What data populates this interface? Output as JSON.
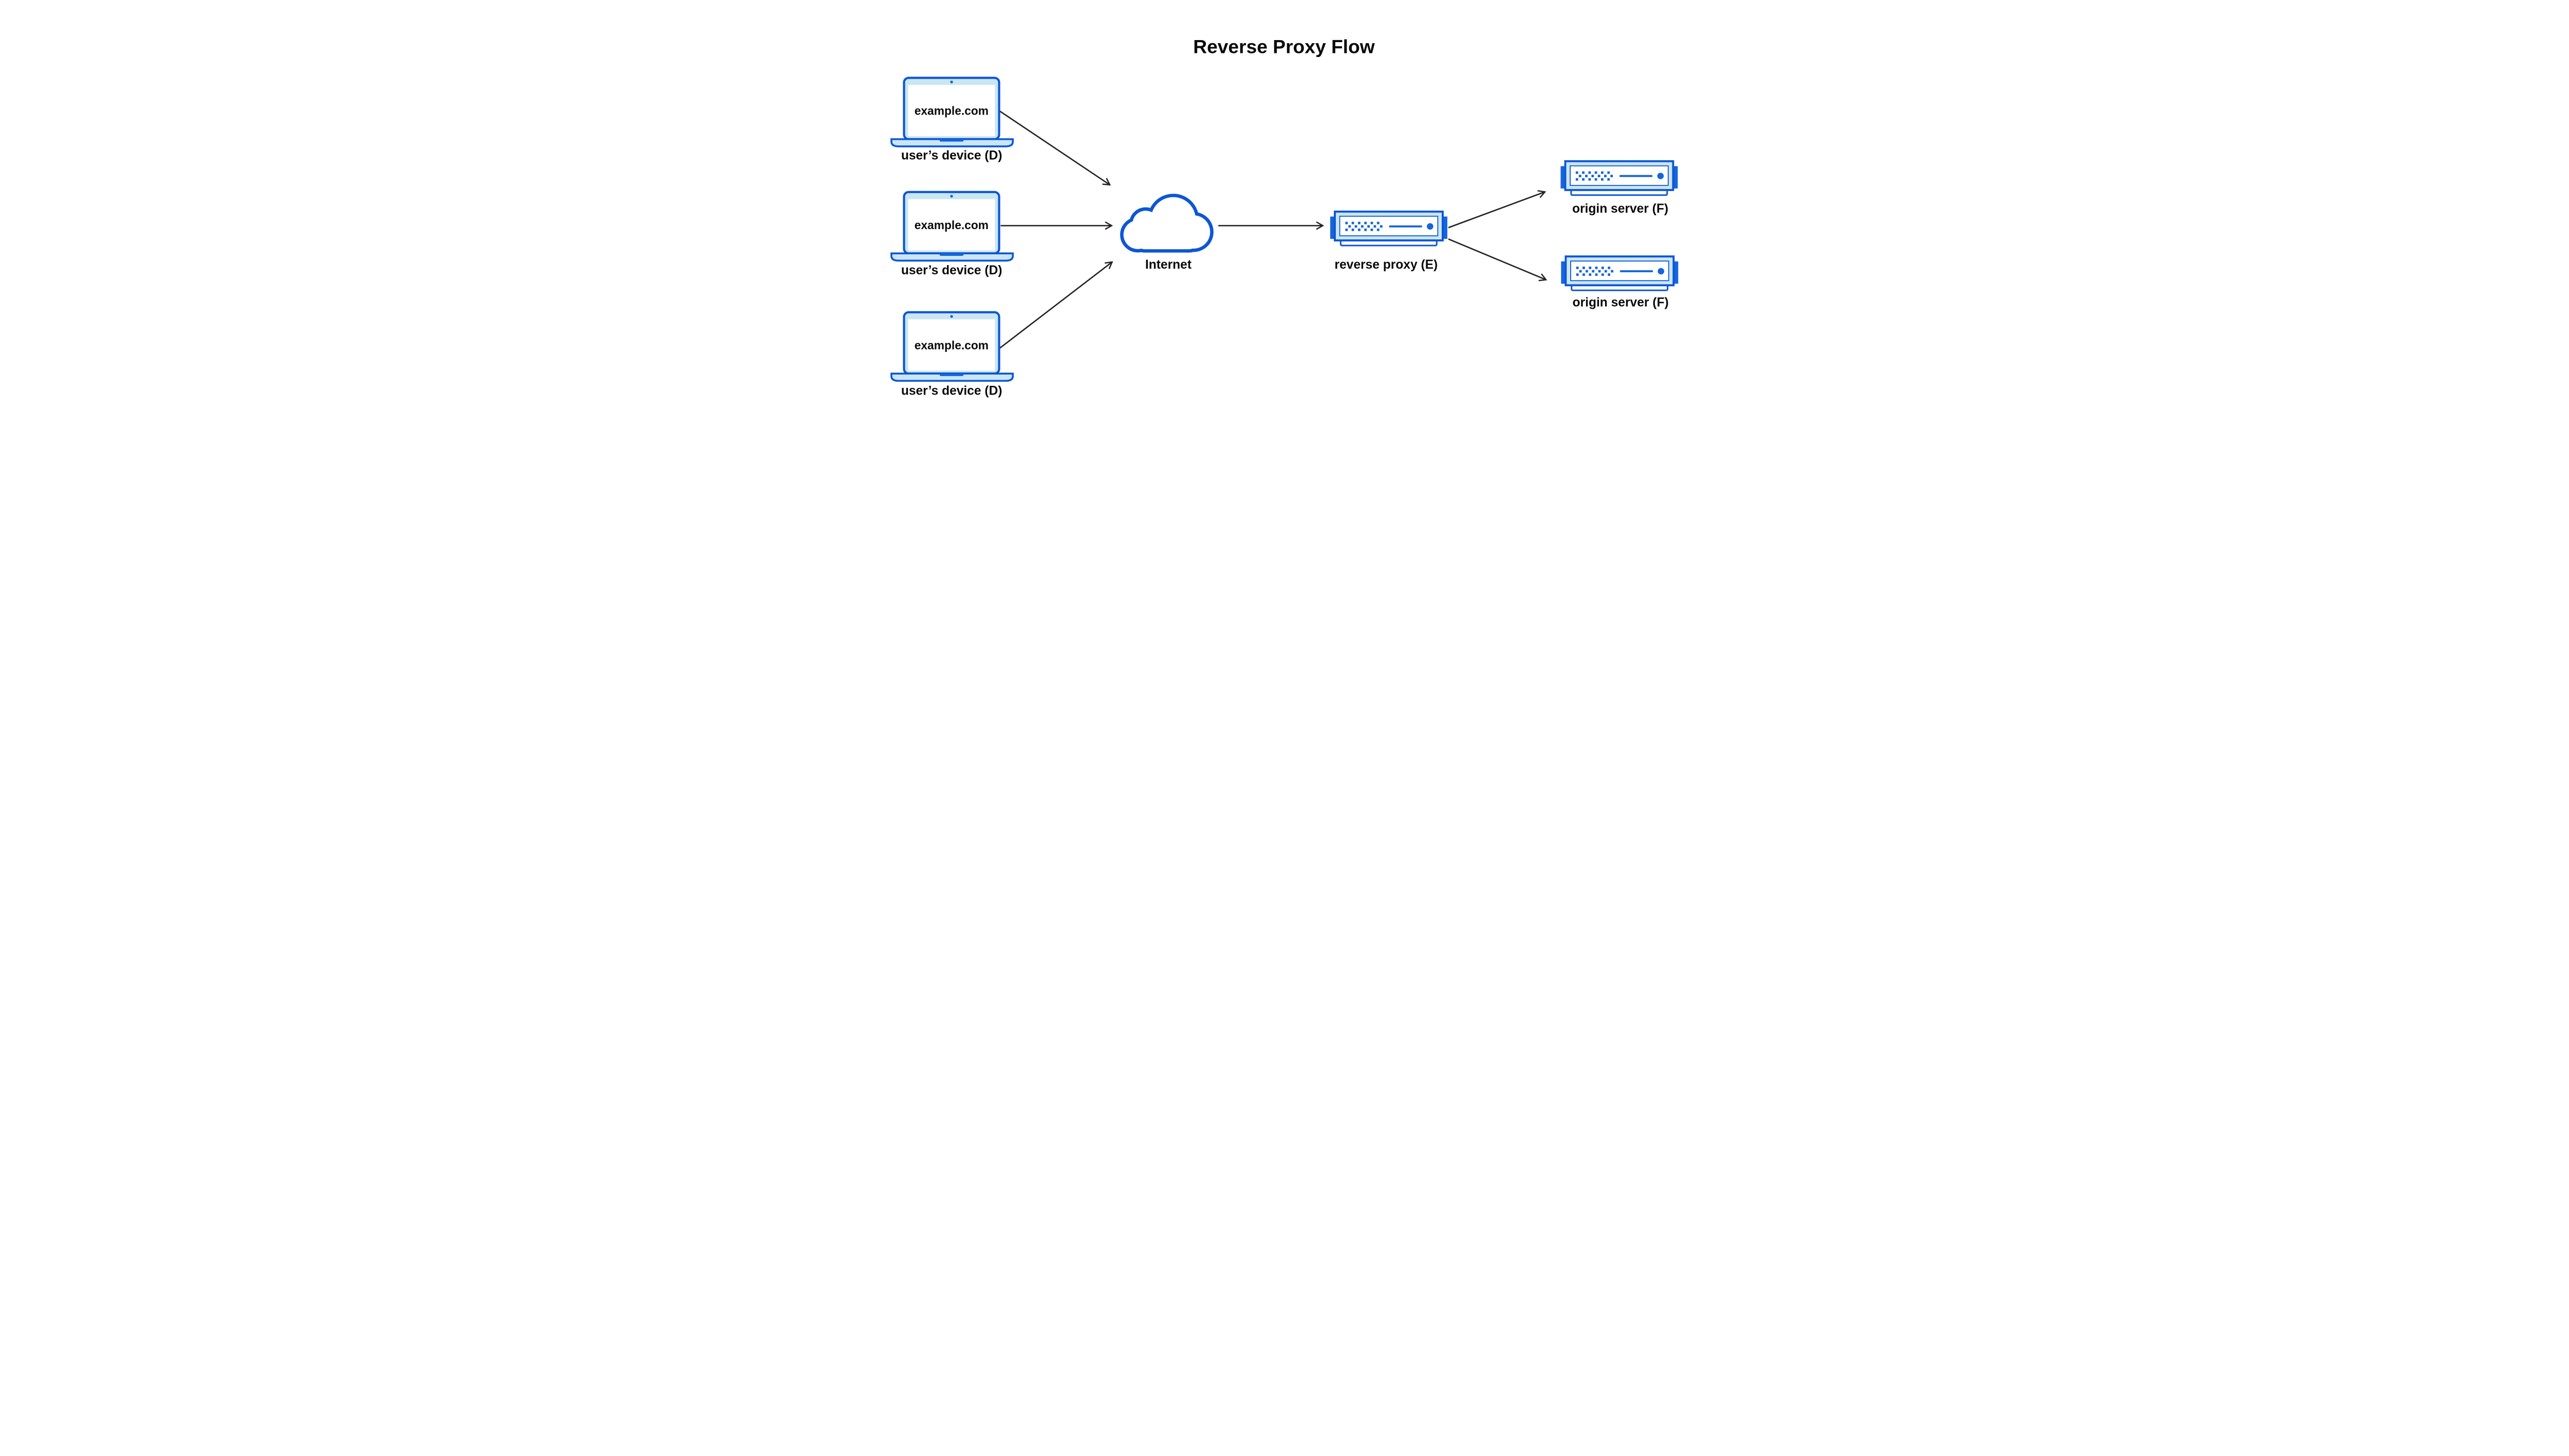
{
  "title": "Reverse Proxy Flow",
  "devices": [
    {
      "screen_text": "example.com",
      "label": "user’s device (D)"
    },
    {
      "screen_text": "example.com",
      "label": "user’s device (D)"
    },
    {
      "screen_text": "example.com",
      "label": "user’s device (D)"
    }
  ],
  "internet": {
    "label": "Internet"
  },
  "reverse_proxy": {
    "label": "reverse proxy (E)"
  },
  "origin_servers": [
    {
      "label": "origin server (F)"
    },
    {
      "label": "origin server (F)"
    }
  ],
  "connections": [
    {
      "from": "user’s device (D) #1",
      "to": "Internet"
    },
    {
      "from": "user’s device (D) #2",
      "to": "Internet"
    },
    {
      "from": "user’s device (D) #3",
      "to": "Internet"
    },
    {
      "from": "Internet",
      "to": "reverse proxy (E)"
    },
    {
      "from": "reverse proxy (E)",
      "to": "origin server (F) #1"
    },
    {
      "from": "reverse proxy (E)",
      "to": "origin server (F) #2"
    }
  ],
  "colors": {
    "outline_blue": "#0d56d6",
    "solid_blue": "#1565dd",
    "light_blue": "#c9e6f2",
    "arrow": "#242424",
    "text": "#0a0a0a",
    "background": "#ffffff"
  }
}
